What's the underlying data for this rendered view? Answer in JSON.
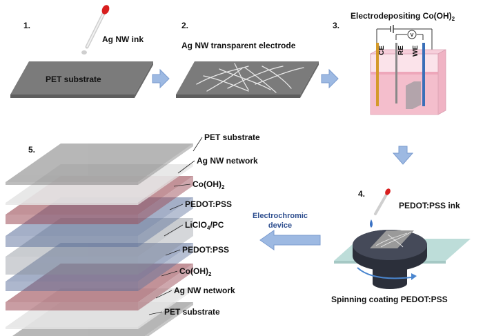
{
  "colors": {
    "substrate_gray": "#7b7b7b",
    "pedot_blue": "#5a6f9a",
    "cooh2_red": "#9a4a55",
    "agnw_white": "#e6e6e6",
    "electrolyte_gray": "#8a8f99",
    "arrow_blue": "#8fb0de",
    "solution_pink": "#f3b9c9",
    "dropper_red": "#e02020"
  },
  "step1": {
    "number": "1.",
    "ink_label": "Ag NW ink",
    "substrate_label": "PET substrate"
  },
  "step2": {
    "number": "2.",
    "label": "Ag NW transparent electrode"
  },
  "step3": {
    "number": "3.",
    "title_main": "Electrodepositing Co(OH)",
    "title_sub": "2",
    "ce": "CE",
    "re": "RE",
    "we": "WE",
    "meter": "V"
  },
  "step4": {
    "number": "4.",
    "ink_label": "PEDOT:PSS ink",
    "caption": "Spinning coating PEDOT:PSS"
  },
  "step5": {
    "number": "5.",
    "layers": [
      {
        "text": "PET substrate",
        "sub": "",
        "tail": ""
      },
      {
        "text": "Ag NW network",
        "sub": "",
        "tail": ""
      },
      {
        "text": "Co(OH)",
        "sub": "2",
        "tail": ""
      },
      {
        "text": "PEDOT:PSS",
        "sub": "",
        "tail": ""
      },
      {
        "text": "LiClO",
        "sub": "4",
        "tail": "/PC"
      },
      {
        "text": "PEDOT:PSS",
        "sub": "",
        "tail": ""
      },
      {
        "text": "Co(OH)",
        "sub": "2",
        "tail": ""
      },
      {
        "text": "Ag NW network",
        "sub": "",
        "tail": ""
      },
      {
        "text": "PET substrate",
        "sub": "",
        "tail": ""
      }
    ]
  },
  "device_label": {
    "line1": "Electrochromic",
    "line2": "device"
  }
}
